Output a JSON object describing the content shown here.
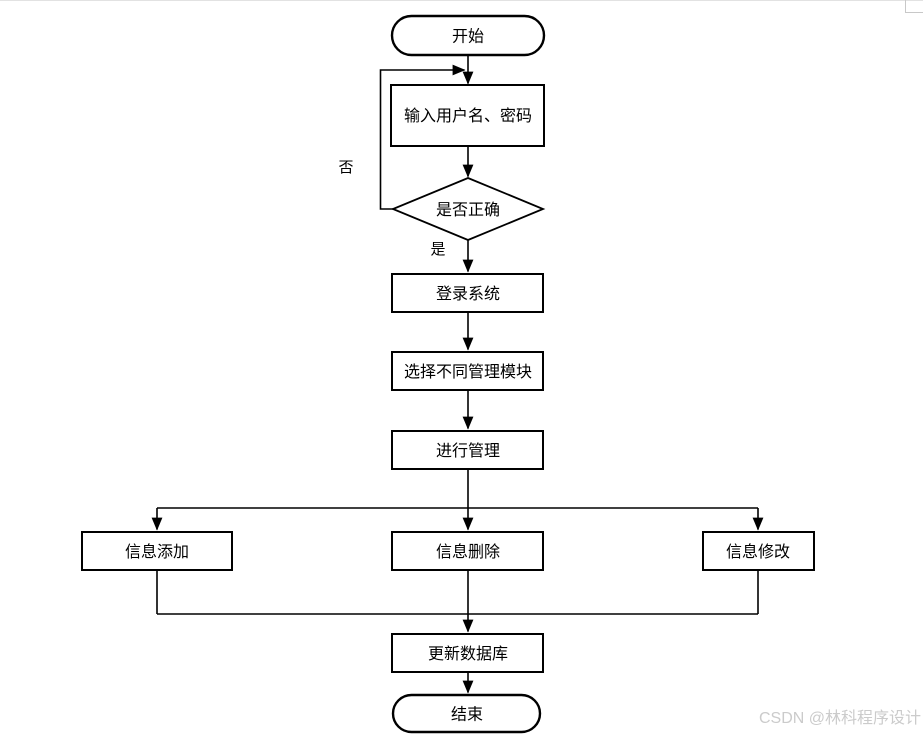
{
  "page": {
    "background": "#ffffff",
    "top_border_color": "#e2e2e2",
    "corner_mark_color": "#c8c8c8"
  },
  "flowchart": {
    "stroke_color": "#000000",
    "shape_fill_color": "#ffffff",
    "nodes": {
      "start": "开始",
      "input_credentials": "输入用户名、密码",
      "decision_correct": "是否正确",
      "login_system": "登录系统",
      "select_module": "选择不同管理模块",
      "manage": "进行管理",
      "info_add": "信息添加",
      "info_delete": "信息删除",
      "info_modify": "信息修改",
      "update_database": "更新数据库",
      "end": "结束"
    },
    "edge_labels": {
      "no": "否",
      "yes": "是"
    }
  },
  "watermark": {
    "text": "CSDN @林科程序设计",
    "color": "#cbcbcb"
  }
}
